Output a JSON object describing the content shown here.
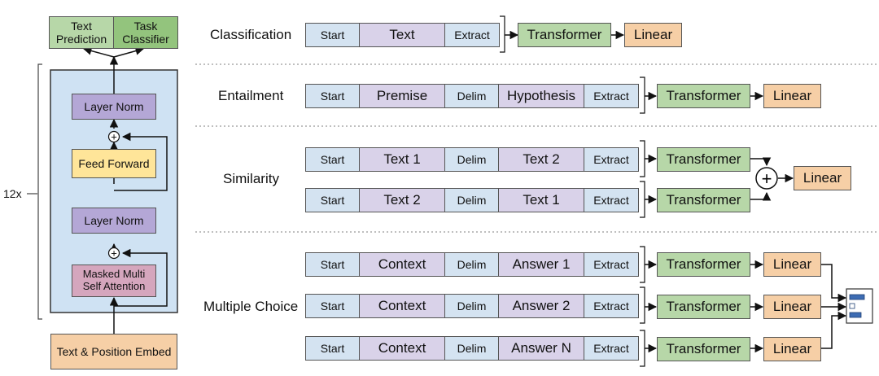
{
  "model": {
    "repeat_label": "12x",
    "output_heads": [
      "Text Prediction",
      "Task Classifier"
    ],
    "layer_norm": "Layer Norm",
    "feed_forward": "Feed Forward",
    "attention": "Masked Multi Self Attention",
    "embedding": "Text & Position Embed",
    "add_symbol": "+"
  },
  "tokens": {
    "start": "Start",
    "delim": "Delim",
    "extract": "Extract"
  },
  "blocks": {
    "transformer": "Transformer",
    "linear": "Linear"
  },
  "tasks": {
    "classification": {
      "label": "Classification",
      "content": [
        "Text"
      ]
    },
    "entailment": {
      "label": "Entailment",
      "content": [
        "Premise",
        "Hypothesis"
      ]
    },
    "similarity": {
      "label": "Similarity",
      "rows": [
        [
          "Text 1",
          "Text 2"
        ],
        [
          "Text 2",
          "Text 1"
        ]
      ]
    },
    "multiple_choice": {
      "label": "Multiple Choice",
      "rows": [
        [
          "Context",
          "Answer 1"
        ],
        [
          "Context",
          "Answer 2"
        ],
        [
          "Context",
          "Answer N"
        ]
      ]
    }
  },
  "colors": {
    "token": "#d4e3f1",
    "content": "#d9d2e9",
    "transformer": "#b7d7a8",
    "linear": "#f6cfa6",
    "layer_norm": "#b4a7d6",
    "feed_forward": "#ffe599",
    "attention": "#d5a6bd",
    "stack_bg": "#cfe2f3"
  }
}
